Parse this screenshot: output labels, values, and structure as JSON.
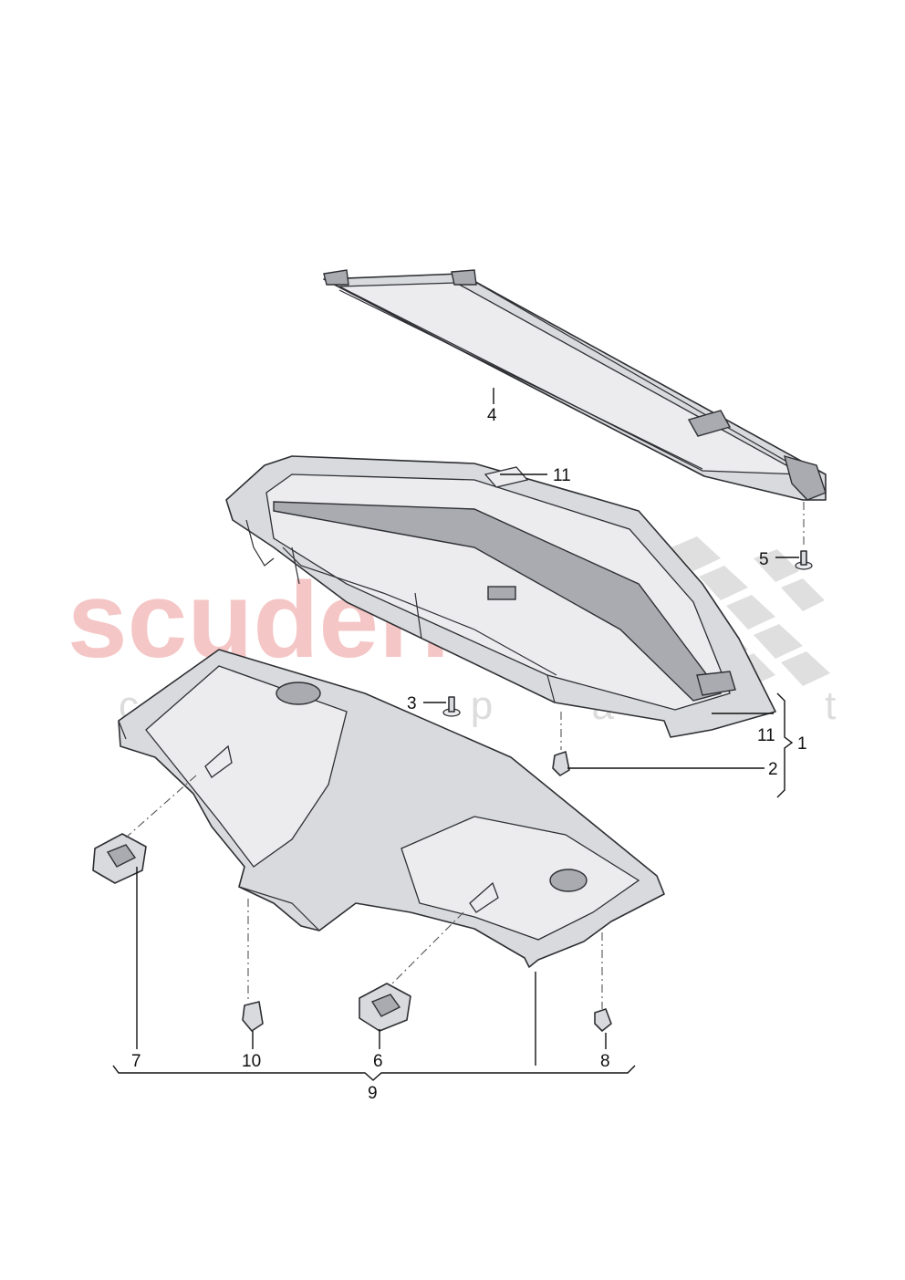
{
  "watermark": {
    "brand": "scuderia",
    "sub": "c a r   p a r t s",
    "brand_color": "#f2b4b4",
    "checker_color": "#d8d8d8"
  },
  "callouts": {
    "c1": "1",
    "c2": "2",
    "c3": "3",
    "c4": "4",
    "c5": "5",
    "c6": "6",
    "c7": "7",
    "c8": "8",
    "c9": "9",
    "c10": "10",
    "c11_top": "11",
    "c11_side": "11"
  }
}
